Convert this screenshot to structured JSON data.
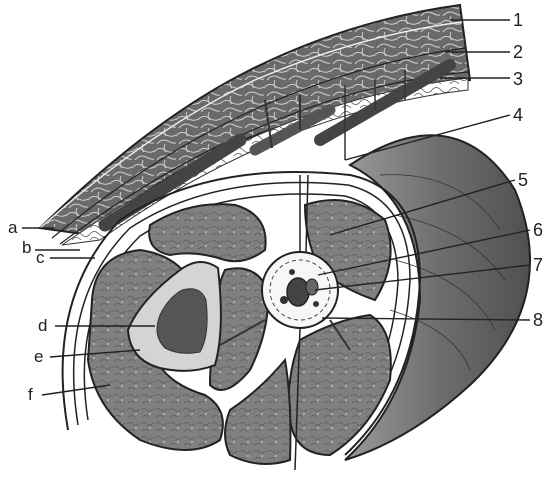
{
  "diagram": {
    "right_labels": [
      "1",
      "2",
      "3",
      "4",
      "5",
      "6",
      "7",
      "8"
    ],
    "left_labels": [
      "a",
      "b",
      "c",
      "d",
      "e",
      "f"
    ]
  },
  "colors": {
    "ink": "#222222",
    "muscle": "#7f7f7f",
    "bone_ring": "#cfcfcf",
    "marrow": "#555555",
    "skin_dark": "#666666",
    "background": "#ffffff"
  }
}
